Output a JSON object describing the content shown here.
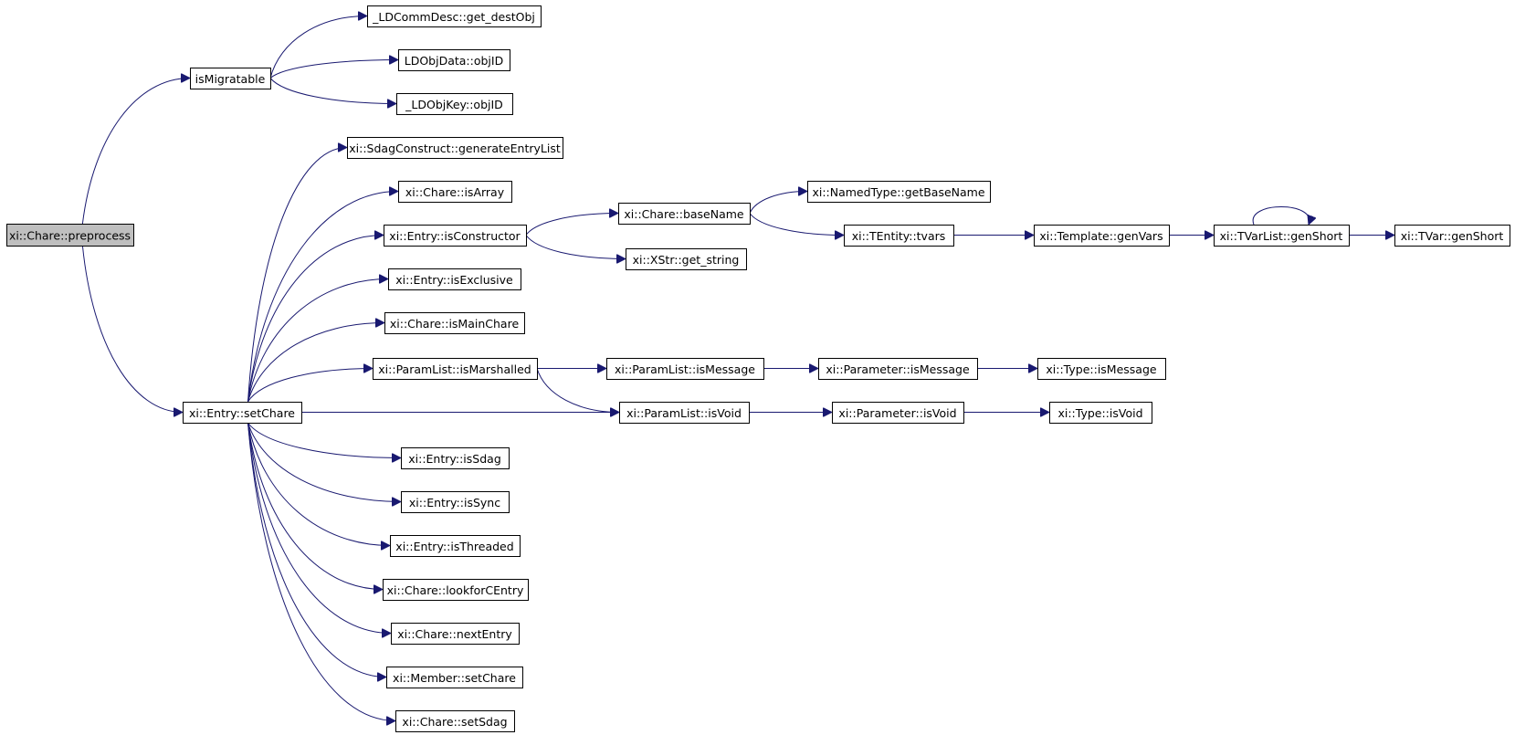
{
  "graph": {
    "root": "xi::Chare::preprocess",
    "nodes": [
      {
        "id": "preprocess",
        "label": "xi::Chare::preprocess",
        "role": "root"
      },
      {
        "id": "isMigratable",
        "label": "isMigratable"
      },
      {
        "id": "getDestObj",
        "label": "_LDCommDesc::get_destObj"
      },
      {
        "id": "objDataObjID",
        "label": "LDObjData::objID"
      },
      {
        "id": "objKeyObjID",
        "label": "_LDObjKey::objID"
      },
      {
        "id": "setChare",
        "label": "xi::Entry::setChare"
      },
      {
        "id": "generateEntryList",
        "label": "xi::SdagConstruct::generateEntryList"
      },
      {
        "id": "isArray",
        "label": "xi::Chare::isArray"
      },
      {
        "id": "isConstructor",
        "label": "xi::Entry::isConstructor"
      },
      {
        "id": "isExclusive",
        "label": "xi::Entry::isExclusive"
      },
      {
        "id": "isMainChare",
        "label": "xi::Chare::isMainChare"
      },
      {
        "id": "isMarshalled",
        "label": "xi::ParamList::isMarshalled"
      },
      {
        "id": "isSdag",
        "label": "xi::Entry::isSdag"
      },
      {
        "id": "isSync",
        "label": "xi::Entry::isSync"
      },
      {
        "id": "isThreaded",
        "label": "xi::Entry::isThreaded"
      },
      {
        "id": "lookforCEntry",
        "label": "xi::Chare::lookforCEntry"
      },
      {
        "id": "nextEntry",
        "label": "xi::Chare::nextEntry"
      },
      {
        "id": "memberSetChare",
        "label": "xi::Member::setChare"
      },
      {
        "id": "setSdag",
        "label": "xi::Chare::setSdag"
      },
      {
        "id": "baseName",
        "label": "xi::Chare::baseName"
      },
      {
        "id": "getString",
        "label": "xi::XStr::get_string"
      },
      {
        "id": "getBaseName",
        "label": "xi::NamedType::getBaseName"
      },
      {
        "id": "tvars",
        "label": "xi::TEntity::tvars"
      },
      {
        "id": "genVars",
        "label": "xi::Template::genVars"
      },
      {
        "id": "tvarListGenShort",
        "label": "xi::TVarList::genShort"
      },
      {
        "id": "tvarGenShort",
        "label": "xi::TVar::genShort"
      },
      {
        "id": "paramListIsMessage",
        "label": "xi::ParamList::isMessage"
      },
      {
        "id": "parameterIsMessage",
        "label": "xi::Parameter::isMessage"
      },
      {
        "id": "typeIsMessage",
        "label": "xi::Type::isMessage"
      },
      {
        "id": "paramListIsVoid",
        "label": "xi::ParamList::isVoid"
      },
      {
        "id": "parameterIsVoid",
        "label": "xi::Parameter::isVoid"
      },
      {
        "id": "typeIsVoid",
        "label": "xi::Type::isVoid"
      }
    ],
    "edges": [
      {
        "from": "preprocess",
        "to": "isMigratable"
      },
      {
        "from": "preprocess",
        "to": "setChare"
      },
      {
        "from": "isMigratable",
        "to": "getDestObj"
      },
      {
        "from": "isMigratable",
        "to": "objDataObjID"
      },
      {
        "from": "isMigratable",
        "to": "objKeyObjID"
      },
      {
        "from": "setChare",
        "to": "generateEntryList"
      },
      {
        "from": "setChare",
        "to": "isArray"
      },
      {
        "from": "setChare",
        "to": "isConstructor"
      },
      {
        "from": "setChare",
        "to": "isExclusive"
      },
      {
        "from": "setChare",
        "to": "isMainChare"
      },
      {
        "from": "setChare",
        "to": "isMarshalled"
      },
      {
        "from": "setChare",
        "to": "paramListIsVoid"
      },
      {
        "from": "setChare",
        "to": "isSdag"
      },
      {
        "from": "setChare",
        "to": "isSync"
      },
      {
        "from": "setChare",
        "to": "isThreaded"
      },
      {
        "from": "setChare",
        "to": "lookforCEntry"
      },
      {
        "from": "setChare",
        "to": "nextEntry"
      },
      {
        "from": "setChare",
        "to": "memberSetChare"
      },
      {
        "from": "setChare",
        "to": "setSdag"
      },
      {
        "from": "isConstructor",
        "to": "baseName"
      },
      {
        "from": "isConstructor",
        "to": "getString"
      },
      {
        "from": "baseName",
        "to": "getBaseName"
      },
      {
        "from": "baseName",
        "to": "tvars"
      },
      {
        "from": "tvars",
        "to": "genVars"
      },
      {
        "from": "genVars",
        "to": "tvarListGenShort"
      },
      {
        "from": "tvarListGenShort",
        "to": "tvarListGenShort"
      },
      {
        "from": "tvarListGenShort",
        "to": "tvarGenShort"
      },
      {
        "from": "isMarshalled",
        "to": "paramListIsMessage"
      },
      {
        "from": "isMarshalled",
        "to": "paramListIsVoid"
      },
      {
        "from": "paramListIsMessage",
        "to": "parameterIsMessage"
      },
      {
        "from": "parameterIsMessage",
        "to": "typeIsMessage"
      },
      {
        "from": "paramListIsVoid",
        "to": "parameterIsVoid"
      },
      {
        "from": "parameterIsVoid",
        "to": "typeIsVoid"
      }
    ]
  },
  "colors": {
    "edge": "#191970",
    "node_border": "#000000",
    "node_fill": "#ffffff",
    "root_fill": "#bfbfbf"
  }
}
